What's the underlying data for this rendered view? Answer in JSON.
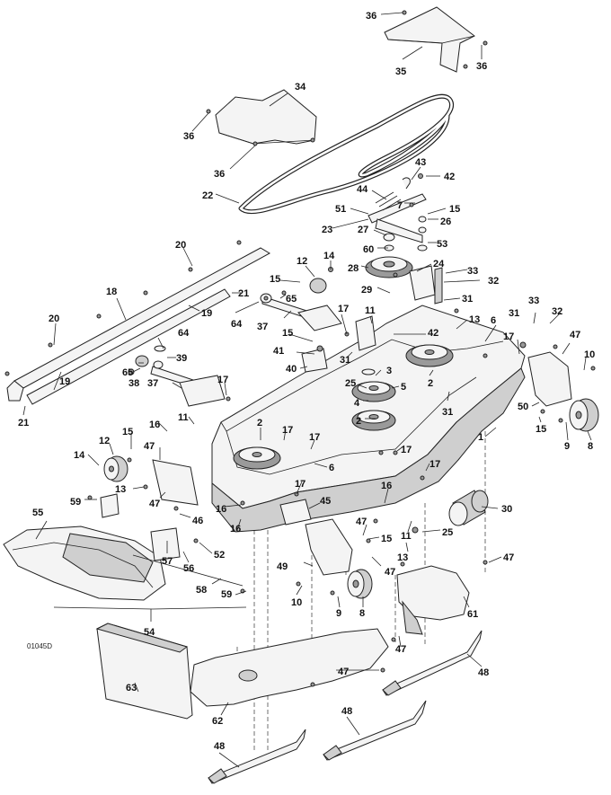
{
  "drawing_id": "01045D",
  "callouts": [
    {
      "n": "36"
    },
    {
      "n": "35"
    },
    {
      "n": "36"
    },
    {
      "n": "34"
    },
    {
      "n": "36"
    },
    {
      "n": "36"
    },
    {
      "n": "22"
    },
    {
      "n": "43"
    },
    {
      "n": "42"
    },
    {
      "n": "44"
    },
    {
      "n": "51"
    },
    {
      "n": "7"
    },
    {
      "n": "15"
    },
    {
      "n": "26"
    },
    {
      "n": "23"
    },
    {
      "n": "27"
    },
    {
      "n": "53"
    },
    {
      "n": "60"
    },
    {
      "n": "24"
    },
    {
      "n": "28"
    },
    {
      "n": "33"
    },
    {
      "n": "32"
    },
    {
      "n": "29"
    },
    {
      "n": "31"
    },
    {
      "n": "20"
    },
    {
      "n": "12"
    },
    {
      "n": "14"
    },
    {
      "n": "15"
    },
    {
      "n": "65"
    },
    {
      "n": "21"
    },
    {
      "n": "18"
    },
    {
      "n": "19"
    },
    {
      "n": "64"
    },
    {
      "n": "37"
    },
    {
      "n": "17"
    },
    {
      "n": "11"
    },
    {
      "n": "13"
    },
    {
      "n": "6"
    },
    {
      "n": "33"
    },
    {
      "n": "31"
    },
    {
      "n": "32"
    },
    {
      "n": "20"
    },
    {
      "n": "64"
    },
    {
      "n": "15"
    },
    {
      "n": "42"
    },
    {
      "n": "17"
    },
    {
      "n": "47"
    },
    {
      "n": "10"
    },
    {
      "n": "41"
    },
    {
      "n": "40"
    },
    {
      "n": "31"
    },
    {
      "n": "65"
    },
    {
      "n": "38"
    },
    {
      "n": "39"
    },
    {
      "n": "3"
    },
    {
      "n": "25"
    },
    {
      "n": "5"
    },
    {
      "n": "2"
    },
    {
      "n": "37"
    },
    {
      "n": "4"
    },
    {
      "n": "19"
    },
    {
      "n": "21"
    },
    {
      "n": "17"
    },
    {
      "n": "31"
    },
    {
      "n": "50"
    },
    {
      "n": "2"
    },
    {
      "n": "15"
    },
    {
      "n": "9"
    },
    {
      "n": "8"
    },
    {
      "n": "1"
    },
    {
      "n": "16"
    },
    {
      "n": "11"
    },
    {
      "n": "2"
    },
    {
      "n": "17"
    },
    {
      "n": "17"
    },
    {
      "n": "17"
    },
    {
      "n": "14"
    },
    {
      "n": "12"
    },
    {
      "n": "15"
    },
    {
      "n": "47"
    },
    {
      "n": "6"
    },
    {
      "n": "13"
    },
    {
      "n": "47"
    },
    {
      "n": "17"
    },
    {
      "n": "17"
    },
    {
      "n": "59"
    },
    {
      "n": "45"
    },
    {
      "n": "16"
    },
    {
      "n": "30"
    },
    {
      "n": "16"
    },
    {
      "n": "16"
    },
    {
      "n": "55"
    },
    {
      "n": "46"
    },
    {
      "n": "47"
    },
    {
      "n": "11"
    },
    {
      "n": "25"
    },
    {
      "n": "15"
    },
    {
      "n": "52"
    },
    {
      "n": "57"
    },
    {
      "n": "56"
    },
    {
      "n": "13"
    },
    {
      "n": "47"
    },
    {
      "n": "49"
    },
    {
      "n": "47"
    },
    {
      "n": "58"
    },
    {
      "n": "59"
    },
    {
      "n": "10"
    },
    {
      "n": "9"
    },
    {
      "n": "8"
    },
    {
      "n": "61"
    },
    {
      "n": "54"
    },
    {
      "n": "47"
    },
    {
      "n": "48"
    },
    {
      "n": "47"
    },
    {
      "n": "63"
    },
    {
      "n": "62"
    },
    {
      "n": "48"
    },
    {
      "n": "48"
    }
  ]
}
